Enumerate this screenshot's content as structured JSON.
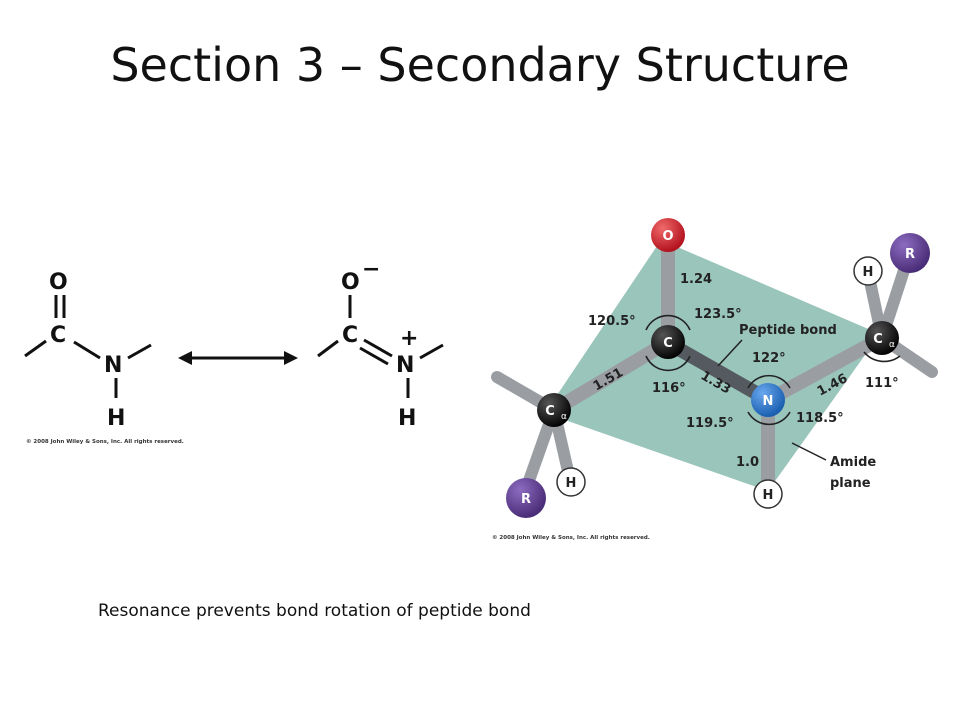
{
  "title": "Section 3 – Secondary Structure",
  "caption": "Resonance prevents bond rotation of peptide bond",
  "resonance": {
    "left": {
      "o": "O",
      "c": "C",
      "n": "N",
      "h": "H"
    },
    "right": {
      "o": "O",
      "minus": "−",
      "c": "C",
      "n": "N",
      "plus": "+",
      "h": "H"
    },
    "copyright": "© 2008 John Wiley & Sons, Inc. All rights reserved."
  },
  "model": {
    "atoms": {
      "o": "O",
      "c": "C",
      "n": "N",
      "h_n": "H",
      "ca": "C",
      "alpha": "α",
      "h": "H",
      "r": "R"
    },
    "lengths": {
      "c_o": "1.24",
      "ca_c": "1.51",
      "c_n": "1.33",
      "n_ca": "1.46",
      "n_h": "1.0"
    },
    "angles": {
      "a1": "120.5°",
      "a2": "123.5°",
      "a3": "116°",
      "a4": "122°",
      "a5": "119.5°",
      "a6": "118.5°",
      "a7": "111°"
    },
    "peptide_bond": "Peptide bond",
    "amide_plane": [
      "Amide",
      "plane"
    ],
    "copyright": "© 2008 John Wiley & Sons, Inc. All rights reserved."
  },
  "colors": {
    "plane": "#8fbfb2",
    "oxygen": "#c8192b",
    "nitrogen": "#1f6fc4",
    "carbon": "#111111",
    "r_group": "#5b3a8c",
    "bond": "#9a9ea3"
  }
}
